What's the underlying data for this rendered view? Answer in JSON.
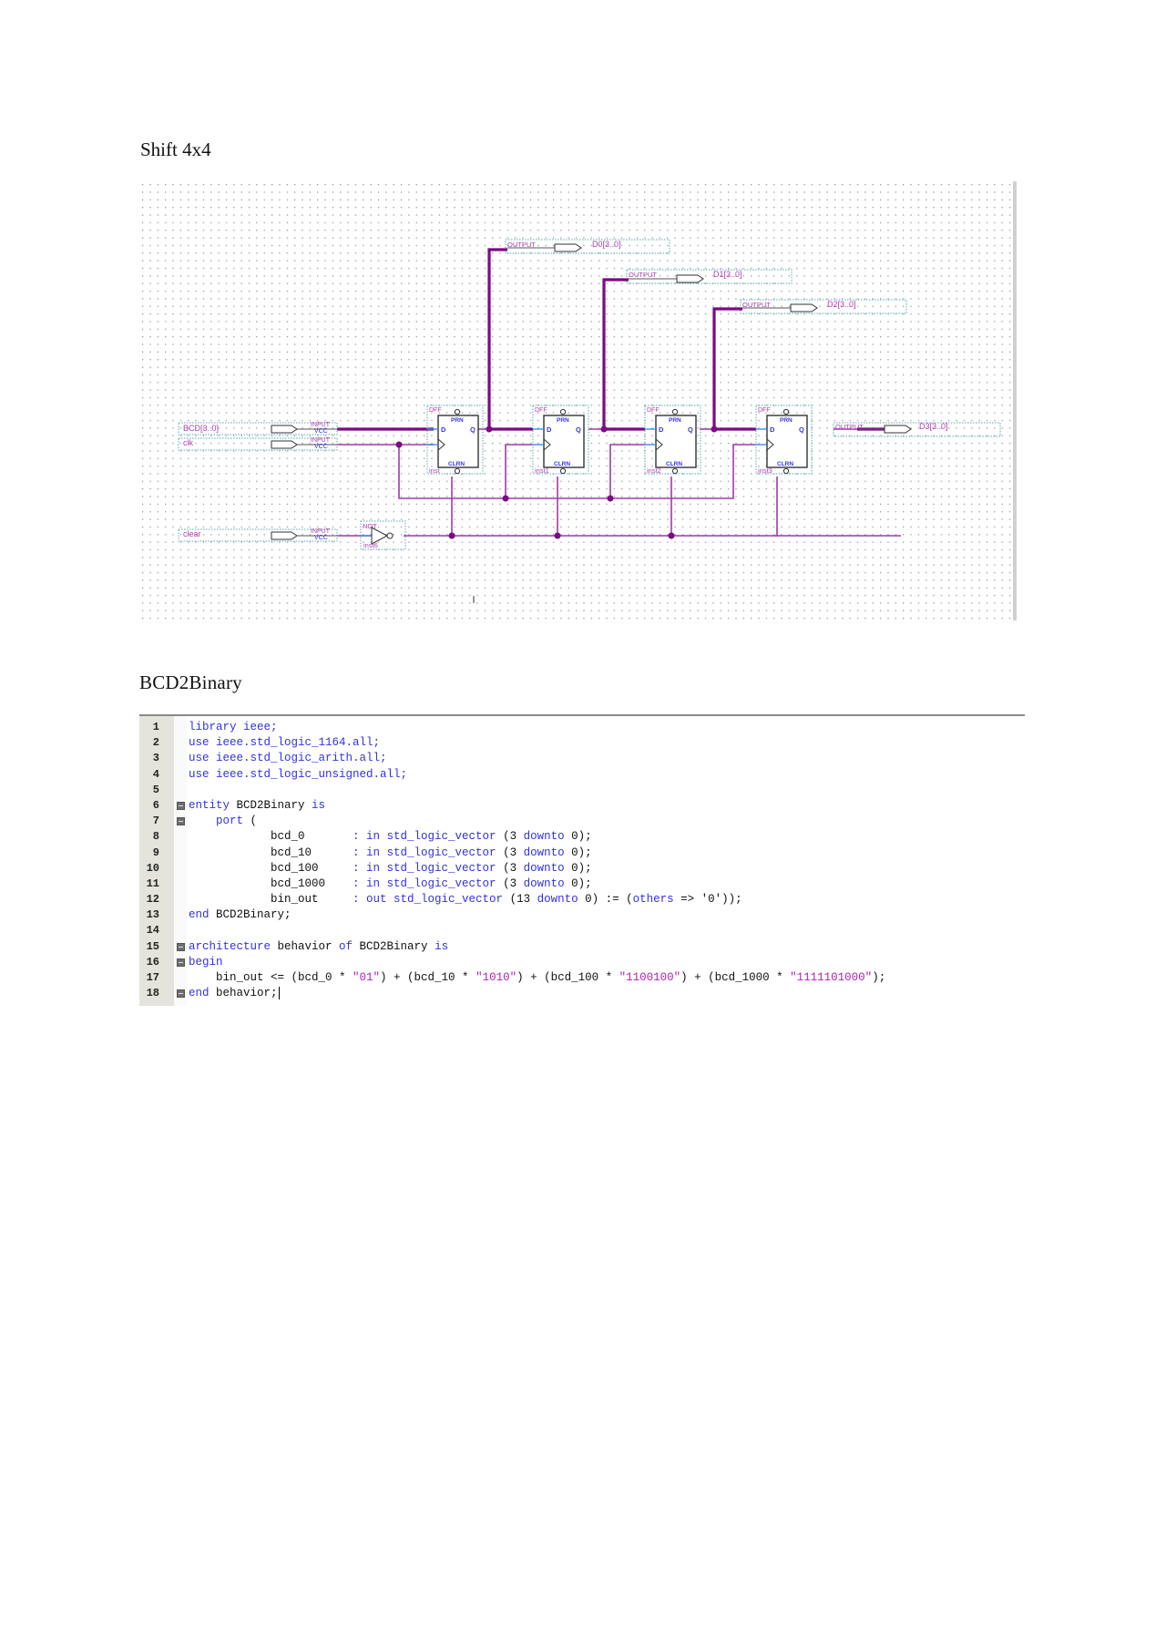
{
  "sections": {
    "shift": {
      "title": "Shift 4x4"
    },
    "bcd2binary": {
      "title": "BCD2Binary"
    }
  },
  "schematic": {
    "inputs": [
      {
        "name": "BCD[3..0]",
        "type_label": "INPUT",
        "default_label": "VCC"
      },
      {
        "name": "clk",
        "type_label": "INPUT",
        "default_label": "VCC"
      },
      {
        "name": "clear",
        "type_label": "INPUT",
        "default_label": "VCC"
      }
    ],
    "outputs": [
      {
        "name": "D0[3..0]",
        "type_label": "OUTPUT"
      },
      {
        "name": "D1[3..0]",
        "type_label": "OUTPUT"
      },
      {
        "name": "D2[3..0]",
        "type_label": "OUTPUT"
      },
      {
        "name": "D3[3..0]",
        "type_label": "OUTPUT"
      }
    ],
    "flipflops": [
      {
        "type": "DFF",
        "instance": "inst",
        "pins": {
          "d": "D",
          "q": "Q",
          "prn": "PRN",
          "clrn": "CLRN"
        }
      },
      {
        "type": "DFF",
        "instance": "inst1",
        "pins": {
          "d": "D",
          "q": "Q",
          "prn": "PRN",
          "clrn": "CLRN"
        }
      },
      {
        "type": "DFF",
        "instance": "inst2",
        "pins": {
          "d": "D",
          "q": "Q",
          "prn": "PRN",
          "clrn": "CLRN"
        }
      },
      {
        "type": "DFF",
        "instance": "inst3",
        "pins": {
          "d": "D",
          "q": "Q",
          "prn": "PRN",
          "clrn": "CLRN"
        }
      }
    ],
    "not_gate": {
      "type": "NOT",
      "instance": "inst6"
    },
    "colors": {
      "wire": "#a03aa8",
      "bus": "#7b0a83",
      "pin": "#3c8df0",
      "label": "#b040b0",
      "pin_text": "#3535e8",
      "frame": "#5aa8b0",
      "grid_dot": "#9a9a9a"
    }
  },
  "code": {
    "language": "VHDL",
    "colors": {
      "keyword": "#3232e0",
      "string": "#b022b0",
      "text": "#111111",
      "gutter": "#e4e4dc"
    },
    "lines": [
      {
        "n": "1",
        "fold": false,
        "segs": [
          [
            "kw",
            "library ieee;"
          ]
        ]
      },
      {
        "n": "2",
        "fold": false,
        "segs": [
          [
            "kw",
            "use ieee.std_logic_1164.all;"
          ]
        ]
      },
      {
        "n": "3",
        "fold": false,
        "segs": [
          [
            "kw",
            "use ieee.std_logic_arith.all;"
          ]
        ]
      },
      {
        "n": "4",
        "fold": false,
        "segs": [
          [
            "kw",
            "use ieee.std_logic_unsigned.all;"
          ]
        ]
      },
      {
        "n": "5",
        "fold": false,
        "segs": []
      },
      {
        "n": "6",
        "fold": true,
        "segs": [
          [
            "kw",
            "entity"
          ],
          [
            "t",
            " BCD2Binary "
          ],
          [
            "kw",
            "is"
          ]
        ]
      },
      {
        "n": "7",
        "fold": true,
        "segs": [
          [
            "t",
            "    "
          ],
          [
            "kw",
            "port"
          ],
          [
            "t",
            " ("
          ]
        ]
      },
      {
        "n": "8",
        "fold": false,
        "segs": [
          [
            "t",
            "            bcd_0       "
          ],
          [
            "kw",
            ": in std_logic_vector"
          ],
          [
            "t",
            " (3 "
          ],
          [
            "kw",
            "downto"
          ],
          [
            "t",
            " 0);"
          ]
        ]
      },
      {
        "n": "9",
        "fold": false,
        "segs": [
          [
            "t",
            "            bcd_10      "
          ],
          [
            "kw",
            ": in std_logic_vector"
          ],
          [
            "t",
            " (3 "
          ],
          [
            "kw",
            "downto"
          ],
          [
            "t",
            " 0);"
          ]
        ]
      },
      {
        "n": "10",
        "fold": false,
        "segs": [
          [
            "t",
            "            bcd_100     "
          ],
          [
            "kw",
            ": in std_logic_vector"
          ],
          [
            "t",
            " (3 "
          ],
          [
            "kw",
            "downto"
          ],
          [
            "t",
            " 0);"
          ]
        ]
      },
      {
        "n": "11",
        "fold": false,
        "segs": [
          [
            "t",
            "            bcd_1000    "
          ],
          [
            "kw",
            ": in std_logic_vector"
          ],
          [
            "t",
            " (3 "
          ],
          [
            "kw",
            "downto"
          ],
          [
            "t",
            " 0);"
          ]
        ]
      },
      {
        "n": "12",
        "fold": false,
        "segs": [
          [
            "t",
            "            bin_out     "
          ],
          [
            "kw",
            ": out std_logic_vector"
          ],
          [
            "t",
            " (13 "
          ],
          [
            "kw",
            "downto"
          ],
          [
            "t",
            " 0) := ("
          ],
          [
            "kw",
            "others"
          ],
          [
            "t",
            " => '0'));"
          ]
        ]
      },
      {
        "n": "13",
        "fold": false,
        "segs": [
          [
            "kw",
            "end"
          ],
          [
            "t",
            " BCD2Binary;"
          ]
        ]
      },
      {
        "n": "14",
        "fold": false,
        "segs": []
      },
      {
        "n": "15",
        "fold": true,
        "segs": [
          [
            "kw",
            "architecture"
          ],
          [
            "t",
            " behavior "
          ],
          [
            "kw",
            "of"
          ],
          [
            "t",
            " BCD2Binary "
          ],
          [
            "kw",
            "is"
          ]
        ]
      },
      {
        "n": "16",
        "fold": true,
        "segs": [
          [
            "kw",
            "begin"
          ]
        ]
      },
      {
        "n": "17",
        "fold": false,
        "segs": [
          [
            "t",
            "    bin_out <= (bcd_0 * "
          ],
          [
            "str",
            "\"01\""
          ],
          [
            "t",
            ") + (bcd_10 * "
          ],
          [
            "str",
            "\"1010\""
          ],
          [
            "t",
            ") + (bcd_100 * "
          ],
          [
            "str",
            "\"1100100\""
          ],
          [
            "t",
            ") + (bcd_1000 * "
          ],
          [
            "str",
            "\"1111101000\""
          ],
          [
            "t",
            ");"
          ]
        ]
      },
      {
        "n": "18",
        "fold": true,
        "segs": [
          [
            "kw",
            "end"
          ],
          [
            "t",
            " behavior;"
          ]
        ],
        "caret": true
      }
    ]
  }
}
